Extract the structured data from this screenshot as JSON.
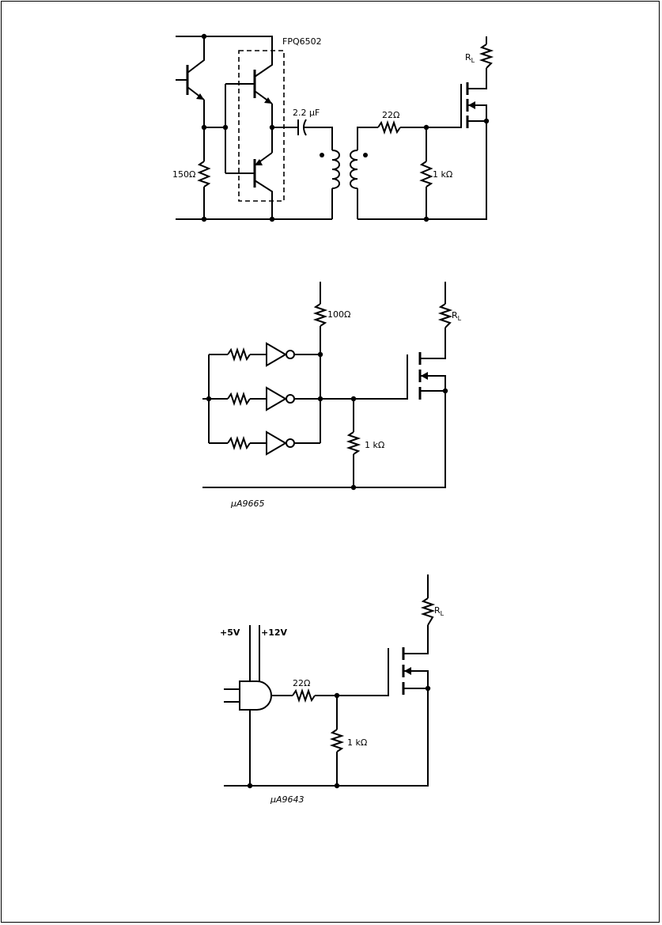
{
  "circuit1": {
    "part_label": "FPQ6502",
    "cap_label": "2.2 μF",
    "res_150_label": "150Ω",
    "res_22_label": "22Ω",
    "res_1k_label": "1 kΩ",
    "rl_label": "R",
    "rl_sub": "L"
  },
  "circuit2": {
    "res_100_label": "100Ω",
    "res_1k_label": "1 kΩ",
    "rl_label": "R",
    "rl_sub": "L",
    "chip_label": "μA9665"
  },
  "circuit3": {
    "v5_label": "+5V",
    "v12_label": "+12V",
    "res_22_label": "22Ω",
    "res_1k_label": "1 kΩ",
    "rl_label": "R",
    "rl_sub": "L",
    "chip_label": "μA9643"
  }
}
